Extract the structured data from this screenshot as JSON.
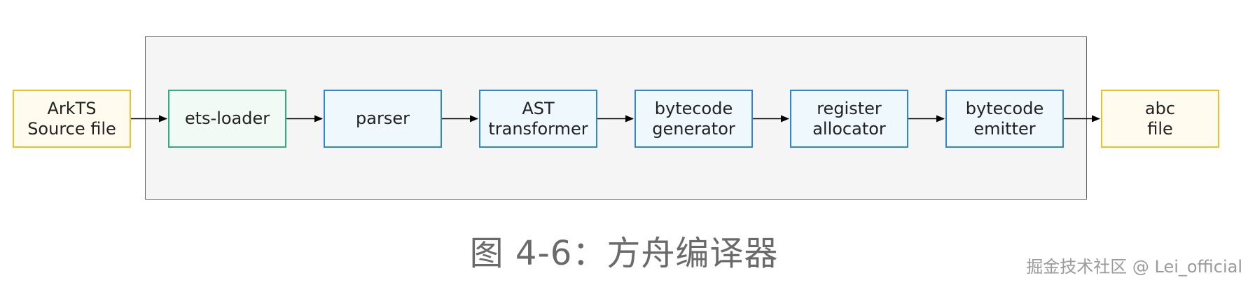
{
  "diagram": {
    "input": {
      "line1": "ArkTS",
      "line2": "Source file"
    },
    "stages": [
      {
        "line1": "ets-loader",
        "line2": ""
      },
      {
        "line1": "parser",
        "line2": ""
      },
      {
        "line1": "AST",
        "line2": "transformer"
      },
      {
        "line1": "bytecode",
        "line2": "generator"
      },
      {
        "line1": "register",
        "line2": "allocator"
      },
      {
        "line1": "bytecode",
        "line2": "emitter"
      }
    ],
    "output": {
      "line1": "abc",
      "line2": "file"
    }
  },
  "caption": "图 4-6：方舟编译器",
  "watermark": "掘金技术社区 @ Lei_official",
  "colors": {
    "io_border": "#f0c020",
    "loader_border": "#2fae85",
    "stage_border": "#2d86d8",
    "container_border": "#666666"
  }
}
